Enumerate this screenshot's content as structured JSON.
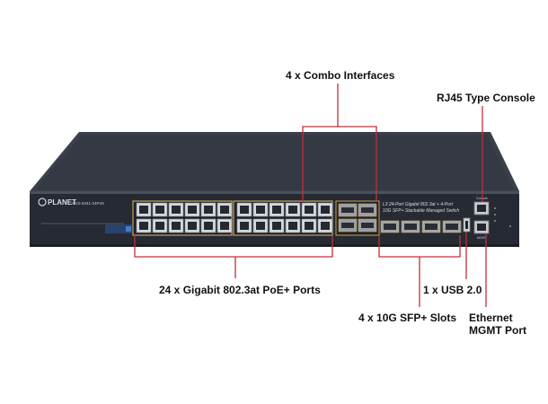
{
  "labels": {
    "combo": "4 x Combo Interfaces",
    "console": "RJ45 Type Console",
    "poe": "24 x Gigabit 802.3at PoE+ Ports",
    "usb": "1 x USB 2.0",
    "sfp": "4 x 10G SFP+ Slots",
    "mgmt_line1": "Ethernet",
    "mgmt_line2": "MGMT Port"
  },
  "device": {
    "brand": "PLANET",
    "model": "SGS-6341-24P4X",
    "description_line1": "L3 24-Port Gigabit 802.3at + 4-Port",
    "description_line2": "10G SFP+ Stackable Managed Switch",
    "console_label": "Console",
    "mgmt_label": "MGMT"
  },
  "colors": {
    "callout_line": "#c0303a",
    "chassis": "#2b2f38",
    "port_frame": "#c9a35a"
  }
}
